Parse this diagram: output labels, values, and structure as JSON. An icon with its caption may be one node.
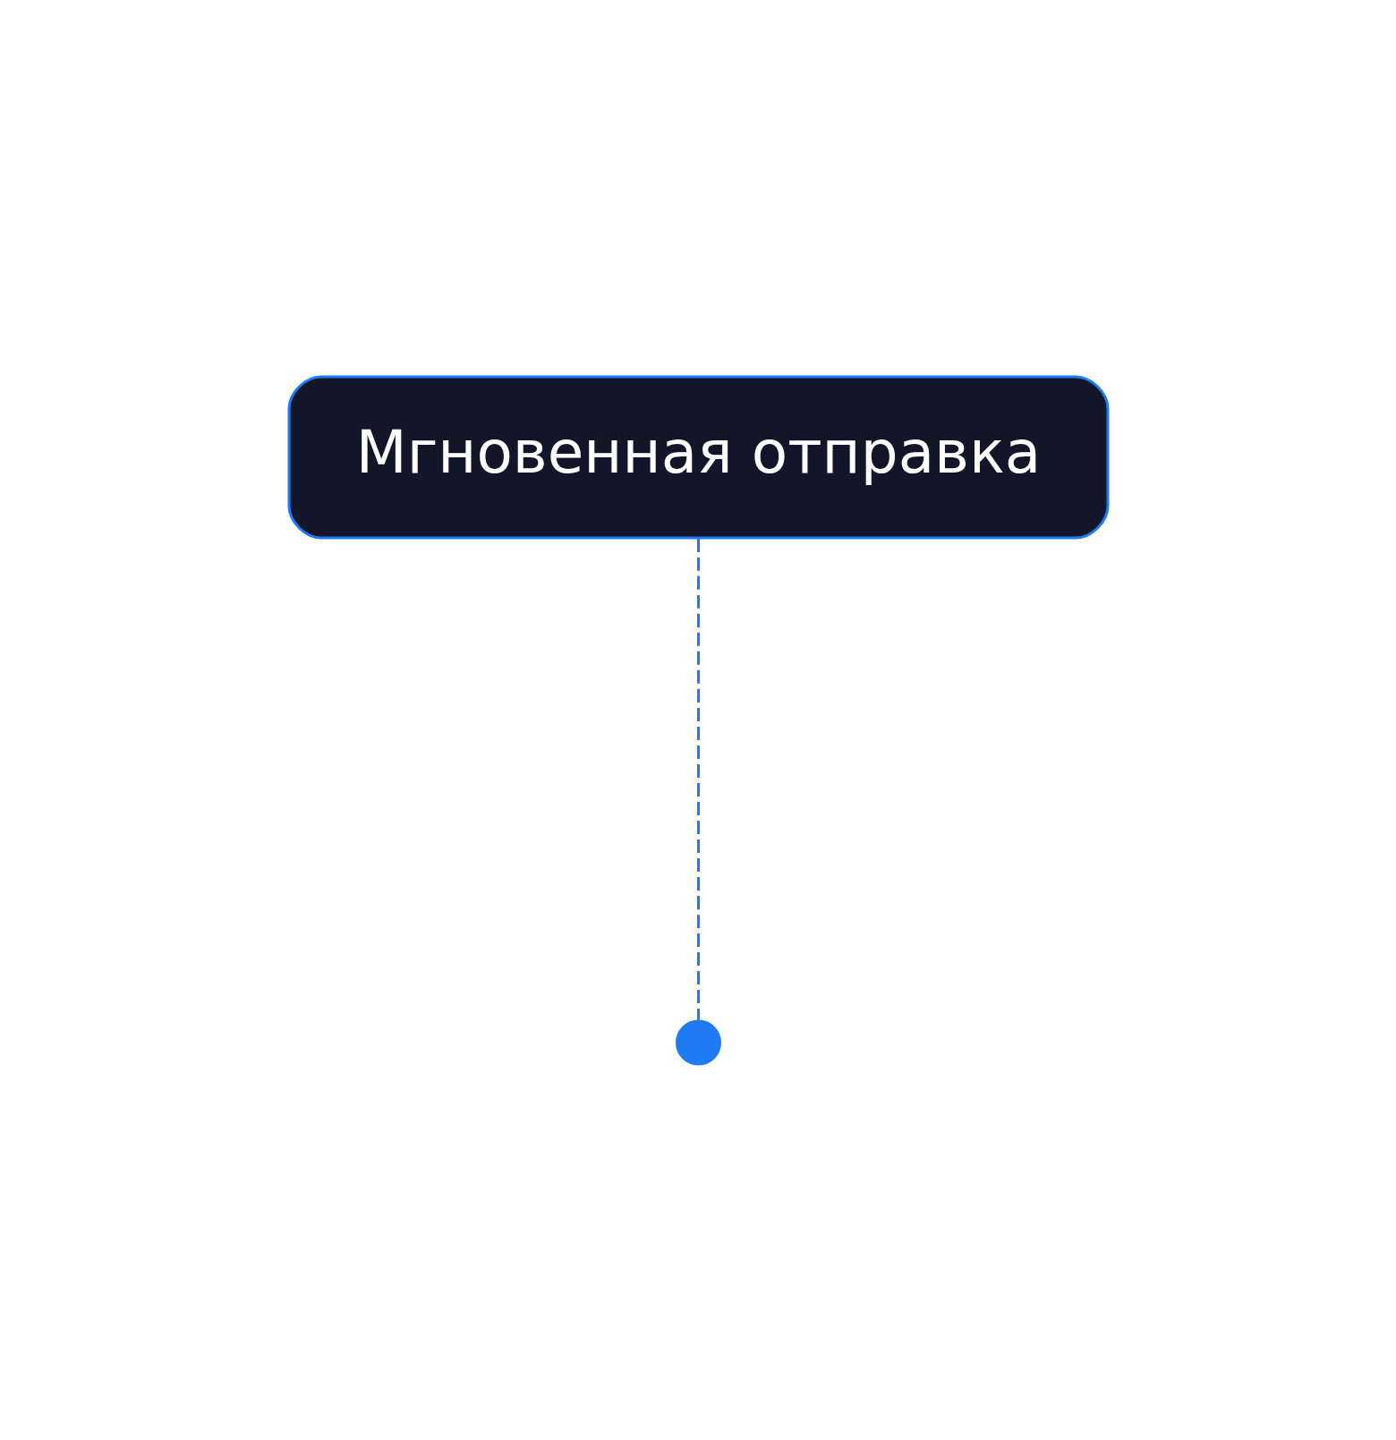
{
  "diagram": {
    "nodes": [
      {
        "text": [
          "Мгновенная отправка"
        ]
      },
      {
        "text": [],
        "shape": "circle"
      }
    ],
    "edges": [
      {
        "from": 0,
        "to": 1,
        "arrow": "none",
        "style": "dashed"
      }
    ]
  }
}
